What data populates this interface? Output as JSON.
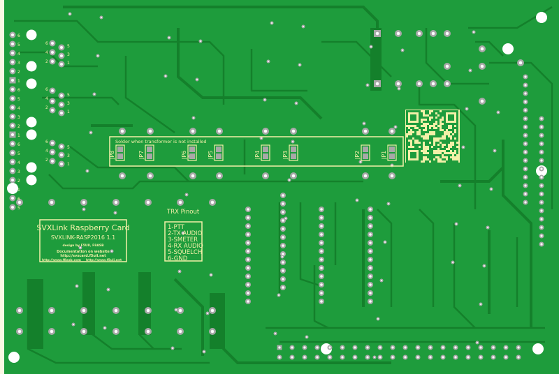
{
  "board_info": {
    "title": "SVXLink Raspberry Card",
    "version": "SVXLINK-RASP2016 1.1",
    "design": "design by F5UII, F8ASB",
    "doc_note": "Documentation on website",
    "doc_url": "http://svxcard.f5uii.net",
    "link_left": "http://www.f8asb.com",
    "link_right": "http://www.f5uii.net"
  },
  "trx_pinout": {
    "title": "TRX Pinout",
    "pins": [
      "1-PTT",
      "2-TX AUDIO",
      "3-SMETER",
      "4-RX AUDIO",
      "5-SQUELCH",
      "6-GND"
    ]
  },
  "jumpers": {
    "note": "Solder when transformer is not installed",
    "labels": [
      "JP8",
      "JP7",
      "JP6",
      "JP5",
      "JP4",
      "JP3",
      "JP2",
      "JP1"
    ]
  },
  "connector_pin_numbers": {
    "edge": [
      "6",
      "5",
      "4",
      "3",
      "2",
      "1"
    ],
    "header_a": [
      "6",
      "4",
      "2"
    ],
    "header_b": [
      "5",
      "3",
      "1"
    ]
  },
  "colors": {
    "board": "#1e9c3c",
    "trace": "#14802b",
    "silkscreen": "#f3f0a8",
    "pad": "#a8a8a8"
  }
}
